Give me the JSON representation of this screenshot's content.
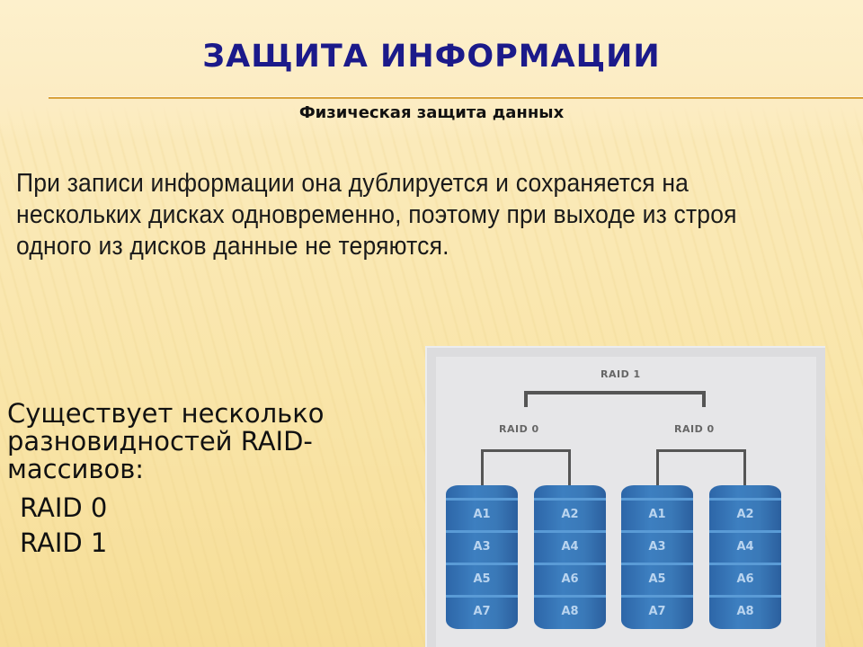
{
  "slide": {
    "title": "ЗАЩИТА ИНФОРМАЦИИ",
    "subtitle": "Физическая защита данных",
    "paragraph": "При записи информации она дублируется и сохраняется на нескольких дисках одновременно, поэтому при выходе из строя одного из дисков данные не теряются.",
    "raid_intro": "Существует несколько разновидностей RAID-массивов:",
    "raid_list": [
      "RAID 0",
      "RAID 1"
    ]
  },
  "diagram": {
    "top_label": "RAID 1",
    "group_labels": [
      "RAID 0",
      "RAID 0"
    ],
    "disks": [
      {
        "blocks": [
          "A1",
          "A3",
          "A5",
          "A7"
        ]
      },
      {
        "blocks": [
          "A2",
          "A4",
          "A6",
          "A8"
        ]
      },
      {
        "blocks": [
          "A1",
          "A3",
          "A5",
          "A7"
        ]
      },
      {
        "blocks": [
          "A2",
          "A4",
          "A6",
          "A8"
        ]
      }
    ],
    "colors": {
      "disk": "#3a79b8",
      "disk_stripe": "#5a9bd6",
      "frame": "#dcdcde",
      "lines": "#555555"
    }
  },
  "colors": {
    "title": "#1b1a8a",
    "rule": "#d9a23c",
    "background": "#fbe9b9"
  }
}
